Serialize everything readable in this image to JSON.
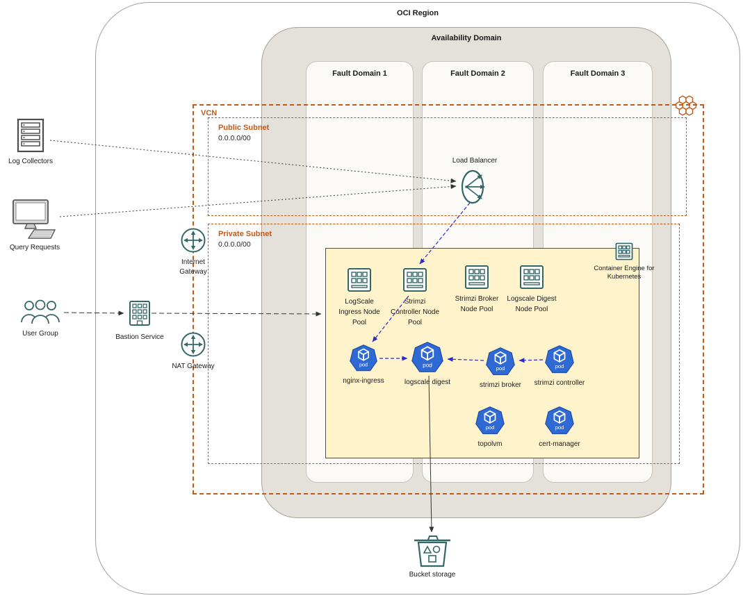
{
  "region": {
    "label": "OCI Region"
  },
  "availability_domain": {
    "label": "Availability Domain"
  },
  "fault_domains": [
    {
      "label": "Fault Domain 1"
    },
    {
      "label": "Fault Domain 2"
    },
    {
      "label": "Fault Domain 3"
    }
  ],
  "vcn": {
    "label": "VCN"
  },
  "public_subnet": {
    "label": "Public Subnet",
    "cidr": "0.0.0.0/00"
  },
  "private_subnet": {
    "label": "Private Subnet",
    "cidr": "0.0.0.0/00"
  },
  "load_balancer": {
    "label": "Load Balancer"
  },
  "container_engine": {
    "label": "Container Engine for Kubernetes"
  },
  "external": {
    "log_collectors": {
      "label": "Log Collectors"
    },
    "query_requests": {
      "label": "Query Requests"
    },
    "user_group": {
      "label": "User Group"
    },
    "bastion_service": {
      "label": "Bastion Service"
    },
    "internet_gateway": {
      "label": "Internet Gateway"
    },
    "nat_gateway": {
      "label": "NAT Gateway"
    }
  },
  "node_pools": [
    {
      "label": "LogScale Ingress Node Pool"
    },
    {
      "label": "Strimzi Controller Node Pool"
    },
    {
      "label": "Strimzi Broker Node Pool"
    },
    {
      "label": "Logscale Digest Node Pool"
    }
  ],
  "pods": [
    {
      "label": "nginx-ingress",
      "badge": "pod"
    },
    {
      "label": "logscale digest",
      "badge": "pod"
    },
    {
      "label": "strimzi broker",
      "badge": "pod"
    },
    {
      "label": "strimzi controller",
      "badge": "pod"
    },
    {
      "label": "topolvm",
      "badge": "pod"
    },
    {
      "label": "cert-manager",
      "badge": "pod"
    }
  ],
  "bucket_storage": {
    "label": "Bucket storage"
  },
  "colors": {
    "vcn_dash": "#C35817",
    "teal": "#336666",
    "pod_blue": "#2F69D3",
    "k8s_background": "#FFF3CC",
    "edge_blue": "#2B2BCB"
  }
}
